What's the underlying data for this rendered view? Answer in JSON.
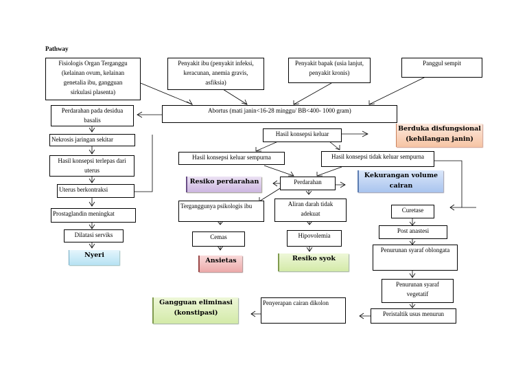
{
  "title": "Pathway",
  "nodes": {
    "fisiologis": "Fisiologis Organ Terganggu\n(kelainan ovum, kelainan\ngenetalia ibu, gangguan\nsirkulasi plasenta)",
    "penyakit_ibu": "Penyakit ibu (penyakit infeksi,\nkeracunan, anemia gravis,\nasfiksia)",
    "penyakit_bapak": "Penyakit bapak (usia lanjut,\npenyakit kronis)",
    "panggul": "Panggul sempit",
    "abortus": "Abortus (mati janin<16-28 minggu/ BB<400- 1000 gram)",
    "perdarahan_desidua": "Perdarahan pada desidua\nbasalis",
    "nekrosis": "Nekrosis jaringan sekitar",
    "hasil_terlepas": "Hasil konsepsi terlepas dari\nuterus",
    "uterus": "Uterus berkontraksi",
    "prostaglandin": "Prostaglandin meningkat",
    "dilatasi": "Dilatasi serviks",
    "hasil_keluar": "Hasil konsepsi keluar",
    "keluar_sempurna": "Hasil konsepsi keluar sempurna",
    "tidak_sempurna": "Hasil konsepsi tidak keluar sempurna",
    "perdarahan": "Perdarahan",
    "psikologis": "Terganggunya psikologis ibu",
    "cemas": "Cemas",
    "aliran": "Aliran darah tidak\nadekuat",
    "hipovolemia": "Hipovolemia",
    "curetase": "Curetase",
    "post_anastesi": "Post anastesi",
    "oblongata": "Penurunan syaraf oblongata",
    "vegetatif": "Penurunan syaraf\nvegetatif",
    "peristaltik": "Peristaltik usus menurun",
    "penyerapan": "Penyerapan cairan dikolon"
  },
  "diagnoses": {
    "nyeri": "Nyeri",
    "berduka": "Berduka disfungsional\n(kehilangan janin)",
    "resiko_perdarahan": "Resiko perdarahan",
    "kekurangan_volume": "Kekurangan volume cairan",
    "ansietas": "Ansietas",
    "resiko_syok": "Resiko syok",
    "gangguan_eliminasi": "Gangguan eliminasi\n(konstipasi)"
  }
}
